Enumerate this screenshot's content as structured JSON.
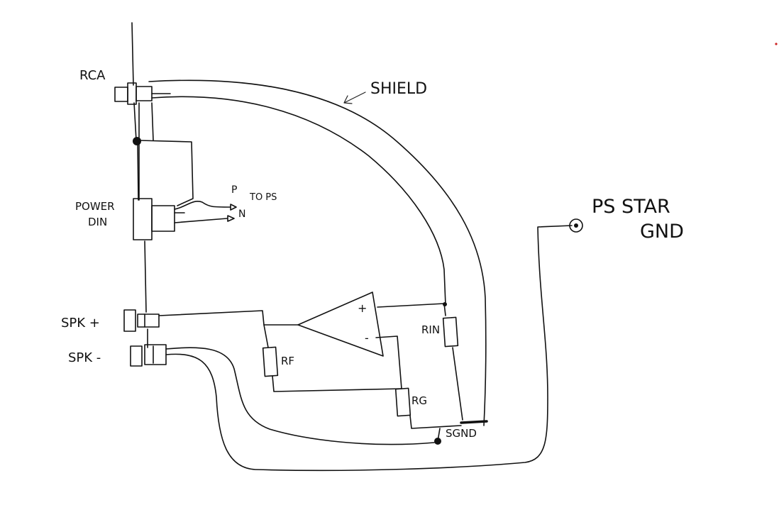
{
  "labels": {
    "rca": "RCA",
    "shield": "SHIELD",
    "power_din_line1": "POWER",
    "power_din_line2": "DIN",
    "p": "P",
    "n": "N",
    "to_ps": "TO PS",
    "ps_star_line1": "PS STAR",
    "ps_star_line2": "GND",
    "spk_plus": "SPK +",
    "spk_minus": "SPK -",
    "rf": "RF",
    "rg": "RG",
    "rin": "RIN",
    "sgnd": "SGND",
    "opamp_plus": "+",
    "opamp_minus": "-"
  },
  "colors": {
    "ink": "#111111",
    "dot": "#cc2222"
  }
}
